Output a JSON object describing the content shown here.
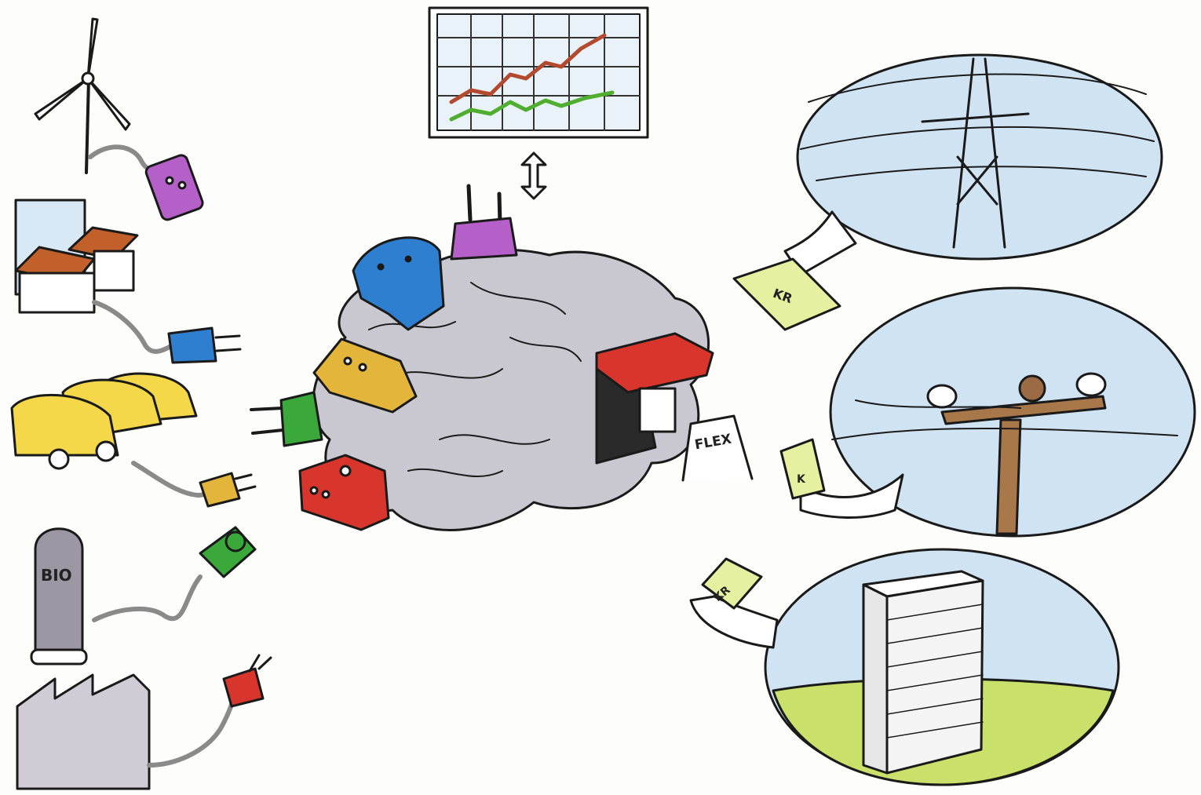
{
  "labels": {
    "bio_tank": "BIO",
    "flex_sign": "FLEX",
    "money_1": "KR",
    "money_2": "K",
    "money_3": "KR"
  },
  "colors": {
    "outline": "#1a1a1a",
    "sky": "#cfe3f2",
    "grass": "#c9e06a",
    "money": "#e5f0a0",
    "brain": "#c9c8d0",
    "purple_plug": "#b55fc9",
    "blue_plug": "#2f7fd0",
    "yellow_plug": "#e3b53a",
    "green_plug": "#3aa83a",
    "red_plug": "#d8352c",
    "chart_red": "#b34a2f",
    "chart_green": "#4fae2f"
  },
  "icons": [
    "wind-turbine-icon",
    "houses-icon",
    "cars-icon",
    "bio-tank-icon",
    "factory-icon",
    "market-chart-icon",
    "power-pylon-icon",
    "utility-pole-icon",
    "office-building-icon"
  ]
}
